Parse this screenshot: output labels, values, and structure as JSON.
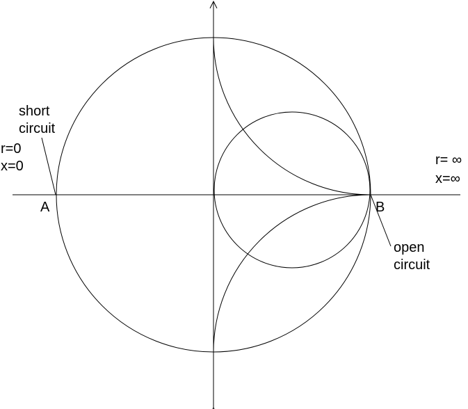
{
  "labels": {
    "point_a": "A",
    "point_b": "B",
    "short_line1": "short",
    "short_line2": "circuit",
    "r_zero": "r=0",
    "x_zero": "x=0",
    "r_inf": "r= ∞",
    "x_inf": "x=∞",
    "open_line1": "open",
    "open_line2": "circuit"
  },
  "colors": {
    "line": "#000000",
    "background": "#ffffff"
  }
}
